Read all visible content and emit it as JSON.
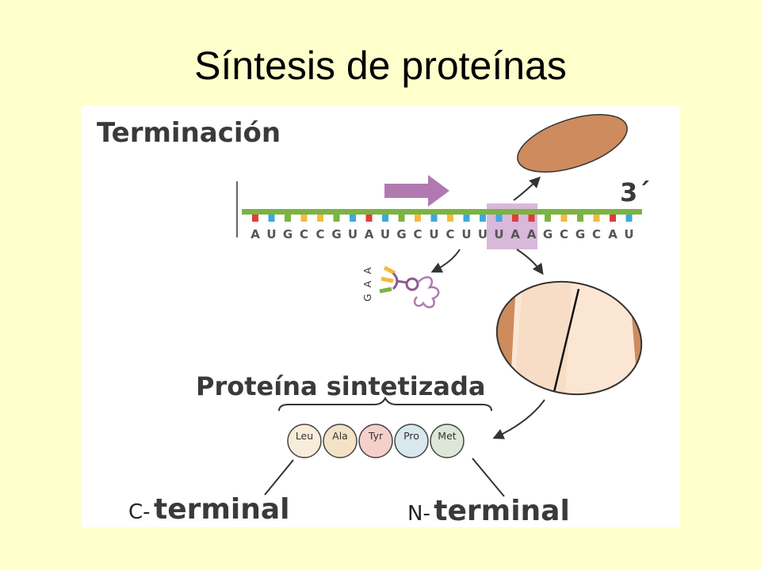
{
  "title": "Síntesis de proteínas",
  "diagram": {
    "heading": "Terminación",
    "end_label": "3´",
    "mrna_bases": [
      "A",
      "U",
      "G",
      "C",
      "C",
      "G",
      "U",
      "A",
      "U",
      "G",
      "C",
      "U",
      "C",
      "U",
      "U",
      "U",
      "A",
      "A",
      "G",
      "C",
      "G",
      "C",
      "A",
      "U"
    ],
    "trna_anticodon": [
      "G",
      "A",
      "A"
    ],
    "protein_label": "Proteína sintetizada",
    "amino_acids": [
      {
        "name": "Leu",
        "color": "#F8ECDA"
      },
      {
        "name": "Ala",
        "color": "#F3E2C6"
      },
      {
        "name": "Tyr",
        "color": "#F5D0CA"
      },
      {
        "name": "Pro",
        "color": "#D9E7EE"
      },
      {
        "name": "Met",
        "color": "#DDE7D8"
      }
    ],
    "c_terminal": {
      "prefix": "C-",
      "label": "terminal"
    },
    "n_terminal": {
      "prefix": "N-",
      "label": "terminal"
    },
    "colors": {
      "mrna_backbone": "#7CB342",
      "stop_codon_highlight": "#D9B8D9",
      "ribosome": "#CD8B5E",
      "arrow_direction": "#B07AB0",
      "base_A": "#E23B3B",
      "base_U": "#3FA8E0",
      "base_G": "#7CB342",
      "base_C": "#F4B942"
    }
  }
}
